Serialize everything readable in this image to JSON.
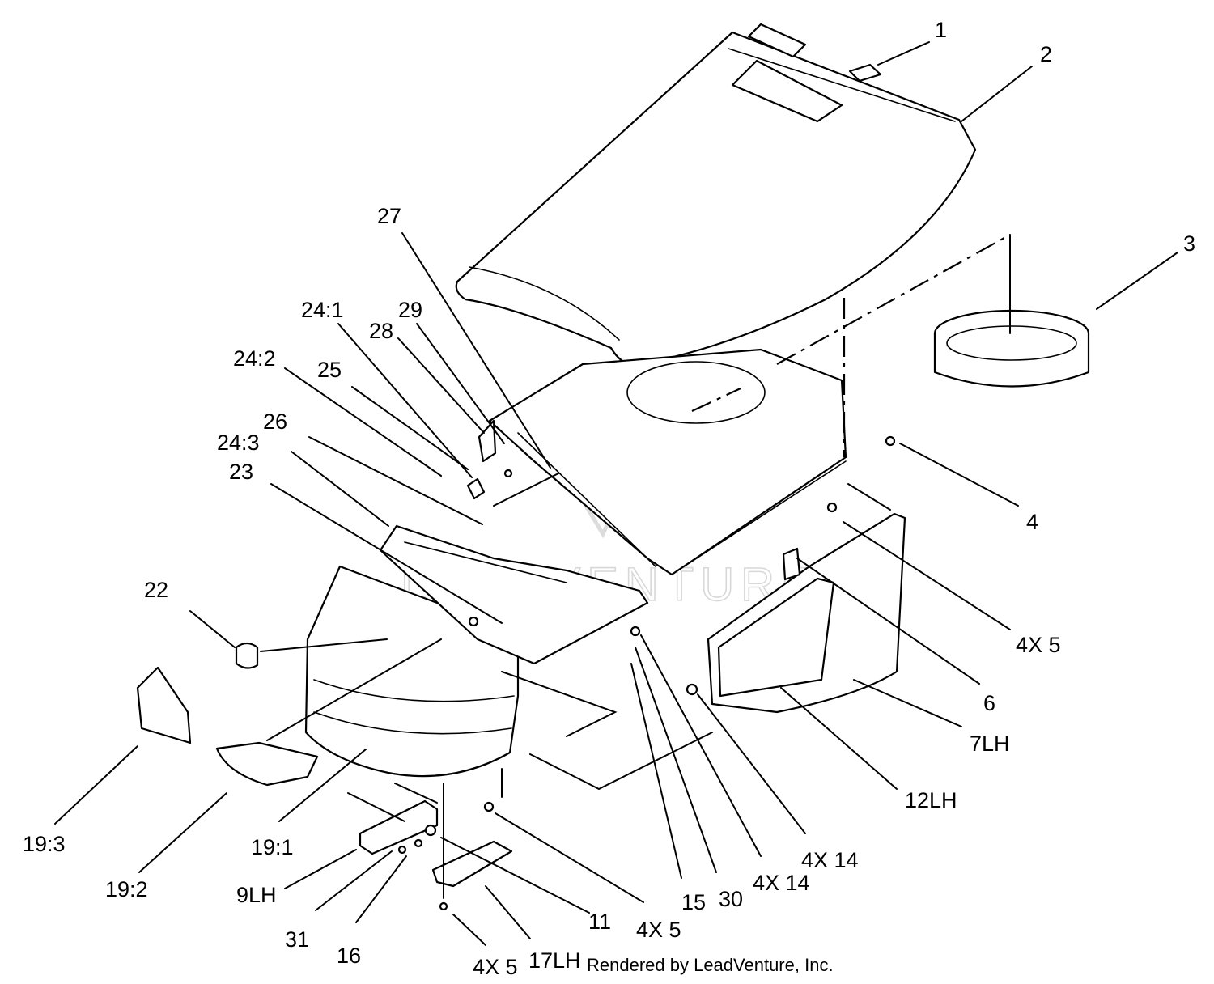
{
  "diagram": {
    "callouts": [
      "1",
      "2",
      "3",
      "4",
      "4X 5",
      "6",
      "7LH",
      "12LH",
      "4X 14",
      "4X 14",
      "30",
      "15",
      "4X 5",
      "11",
      "17LH",
      "4X 5",
      "16",
      "31",
      "9LH",
      "19:1",
      "19:2",
      "19:3",
      "22",
      "23",
      "24:3",
      "26",
      "24:2",
      "25",
      "24:1",
      "28",
      "29",
      "27"
    ],
    "credit": "Rendered by LeadVenture, Inc.",
    "watermark": "LEADVENTURE"
  }
}
